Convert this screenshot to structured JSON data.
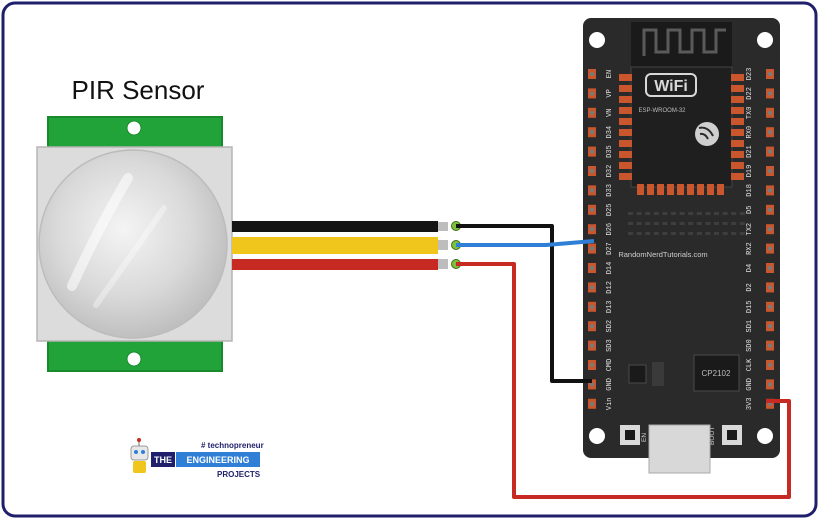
{
  "title": "PIR Sensor",
  "board": {
    "module_label": "ESP-WROOM-32",
    "wifi_logo": "WiFi",
    "brand_text": "RandomNerdTutorials.com",
    "usb_chip_label": "CP2102",
    "en_button_label": "EN",
    "boot_button_label": "BOOT",
    "left_pins": [
      "EN",
      "VP",
      "VN",
      "D34",
      "D35",
      "D32",
      "D33",
      "D25",
      "D26",
      "D27",
      "D14",
      "D12",
      "D13",
      "SD2",
      "SD3",
      "CMD",
      "GND",
      "Vin"
    ],
    "right_pins": [
      "D23",
      "D22",
      "TX0",
      "RX0",
      "D21",
      "D19",
      "D18",
      "D5",
      "TX2",
      "RX2",
      "D4",
      "D2",
      "D15",
      "SD1",
      "SD0",
      "CLK",
      "GND",
      "3V3"
    ]
  },
  "logo": {
    "tag": "# technopreneur",
    "the": "THE",
    "engineering": "ENGINEERING",
    "projects": "PROJECTS"
  },
  "wires": [
    {
      "name": "gnd-wire",
      "color": "#111111"
    },
    {
      "name": "signal-wire",
      "color": "#2f7fd6"
    },
    {
      "name": "power-wire",
      "color": "#c62a22"
    }
  ],
  "colors": {
    "frame": "#1f1f6b",
    "sensor_board": "#22a33a",
    "esp_board": "#2a2a2a"
  }
}
